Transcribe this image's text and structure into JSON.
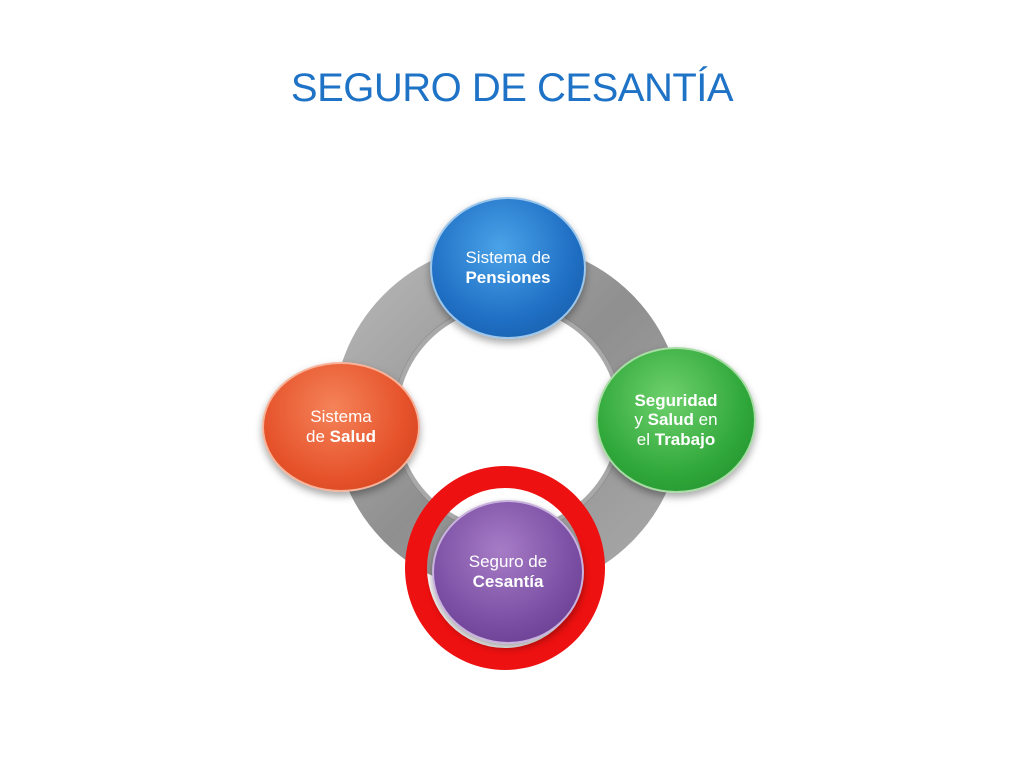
{
  "slide": {
    "title": "SEGURO DE CESANTÍA"
  },
  "diagram": {
    "nodes": {
      "pensiones": {
        "line1": "Sistema de",
        "line2": "Pensiones",
        "color": "#1f6fc4"
      },
      "salud": {
        "line1": "Sistema",
        "line2_pre": "de ",
        "line2_bold": "Salud",
        "color": "#e6532b"
      },
      "trabajo": {
        "line1": "Seguridad",
        "line2_pre": "y ",
        "line2_bold": "Salud",
        "line2_post": " en",
        "line3_pre": "el ",
        "line3_bold": "Trabajo",
        "color": "#30a83a"
      },
      "cesantia": {
        "line1": "Seguro de",
        "line2": "Cesantía",
        "color": "#7a4ea3",
        "highlighted": true
      }
    },
    "ring_color": "#9a9a9a",
    "highlight_color": "#ee1111"
  }
}
